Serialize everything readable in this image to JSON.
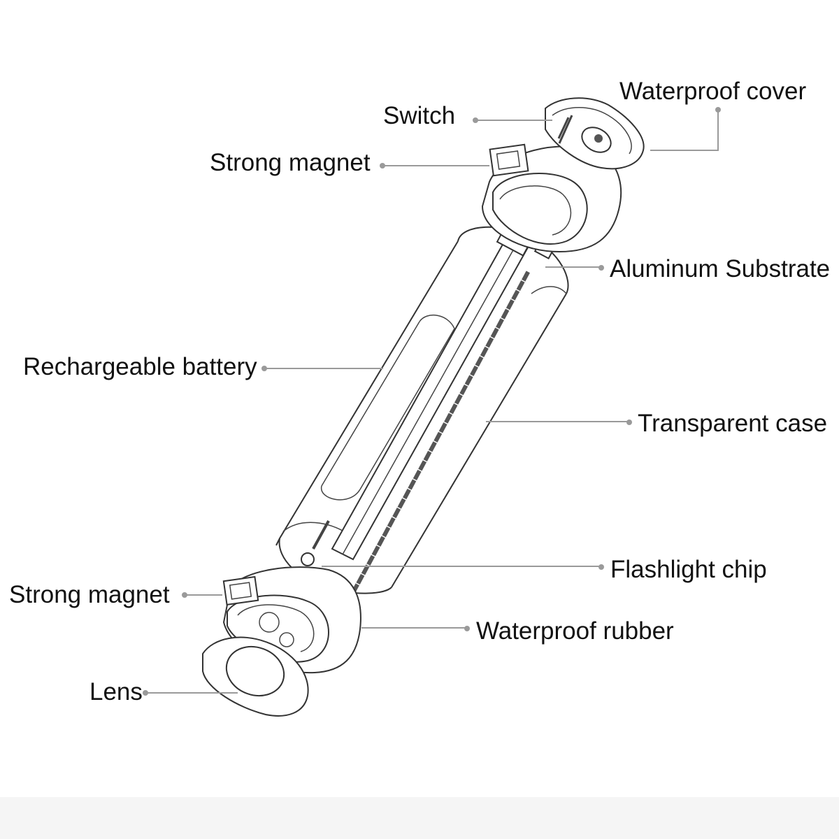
{
  "labels": {
    "waterproof_cover": "Waterproof cover",
    "switch": "Switch",
    "strong_magnet_top": "Strong magnet",
    "aluminum_substrate": "Aluminum Substrate",
    "rechargeable_battery": "Rechargeable battery",
    "transparent_case": "Transparent case",
    "flashlight_chip": "Flashlight chip",
    "strong_magnet_bottom": "Strong magnet",
    "waterproof_rubber": "Waterproof rubber",
    "lens": "Lens"
  },
  "colors": {
    "leader": "#9a9a9a",
    "outline": "#333333",
    "text": "#111111"
  }
}
